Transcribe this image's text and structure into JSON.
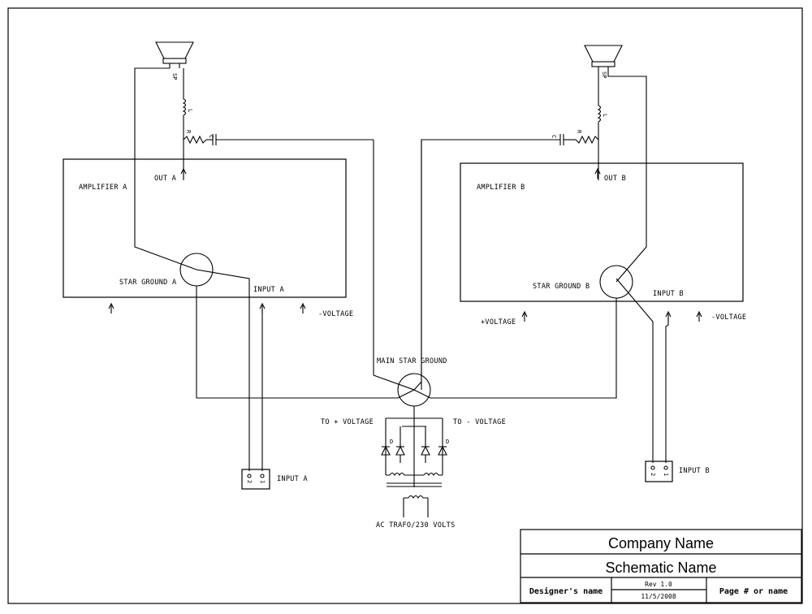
{
  "amplifier_a": {
    "title": "AMPLIFIER A",
    "out_label": "OUT A",
    "star_ground": "STAR GROUND A",
    "input_label": "INPUT A",
    "neg_voltage": "-VOLTAGE"
  },
  "amplifier_b": {
    "title": "AMPLIFIER B",
    "out_label": "OUT B",
    "star_ground": "STAR GROUND B",
    "input_label": "INPUT B",
    "pos_voltage": "+VOLTAGE",
    "neg_voltage": "-VOLTAGE"
  },
  "components": {
    "speaker": "SP",
    "inductor": "L",
    "resistor": "R",
    "capacitor": "C",
    "diode": "D"
  },
  "connectors": {
    "input_a": "INPUT A",
    "input_b": "INPUT B",
    "pin1": "1",
    "pin2": "2"
  },
  "power": {
    "main_star_ground": "MAIN STAR GROUND",
    "to_pos_voltage": "TO + VOLTAGE",
    "to_neg_voltage": "TO - VOLTAGE",
    "trafo": "AC TRAFO/230 VOLTS"
  },
  "title_block": {
    "company": "Company Name",
    "schematic": "Schematic Name",
    "designer": "Designer's name",
    "revision": "Rev 1.0",
    "date": "11/5/2008",
    "page": "Page # or name"
  }
}
